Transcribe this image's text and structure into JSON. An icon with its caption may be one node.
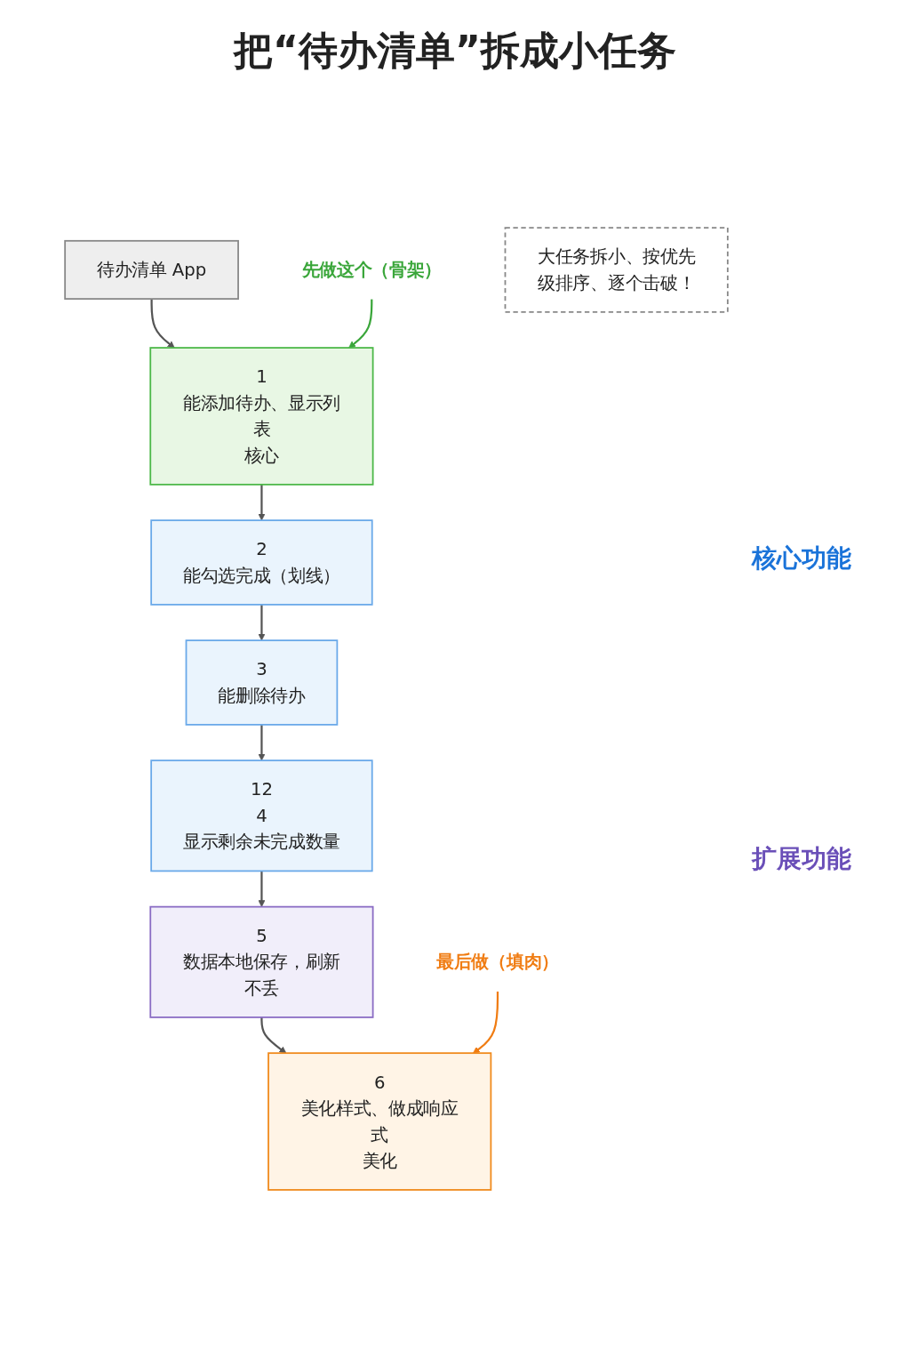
{
  "diagram": {
    "title": "把“待办清单”拆成小任务",
    "nodes": [
      {
        "text": [
          "待办清单 App"
        ]
      },
      {
        "text": [
          "先做这个（骨架）"
        ]
      },
      {
        "text": [
          "1",
          "能添加待办、显示列表",
          "核心"
        ]
      },
      {
        "text": [
          "2",
          "能勾选完成（划线）"
        ]
      },
      {
        "text": [
          "3",
          "能删除待办"
        ]
      },
      {
        "text": [
          "12",
          "4",
          "显示剩余未完成数量"
        ]
      },
      {
        "text": [
          "5",
          "数据本地保存，刷新不丢"
        ]
      },
      {
        "text": [
          "最后做（填肉）"
        ]
      },
      {
        "text": [
          "6",
          "美化样式、做成响应式",
          "美化"
        ]
      },
      {
        "text": [
          "大任务拆小、按优先级排序、逐个击破！"
        ]
      }
    ],
    "edges": [
      {
        "from": 0,
        "to": 2,
        "arrow": "to"
      },
      {
        "from": 1,
        "to": 2,
        "arrow": "to",
        "color": "#3aa63a"
      },
      {
        "from": 2,
        "to": 3,
        "arrow": "to"
      },
      {
        "from": 3,
        "to": 4,
        "arrow": "to"
      },
      {
        "from": 4,
        "to": 5,
        "arrow": "to"
      },
      {
        "from": 5,
        "to": 6,
        "arrow": "to"
      },
      {
        "from": 6,
        "to": 8,
        "arrow": "to"
      },
      {
        "from": 7,
        "to": 8,
        "arrow": "to",
        "color": "#f07c12"
      }
    ],
    "labels": [
      "核心功能",
      "扩展功能"
    ]
  }
}
